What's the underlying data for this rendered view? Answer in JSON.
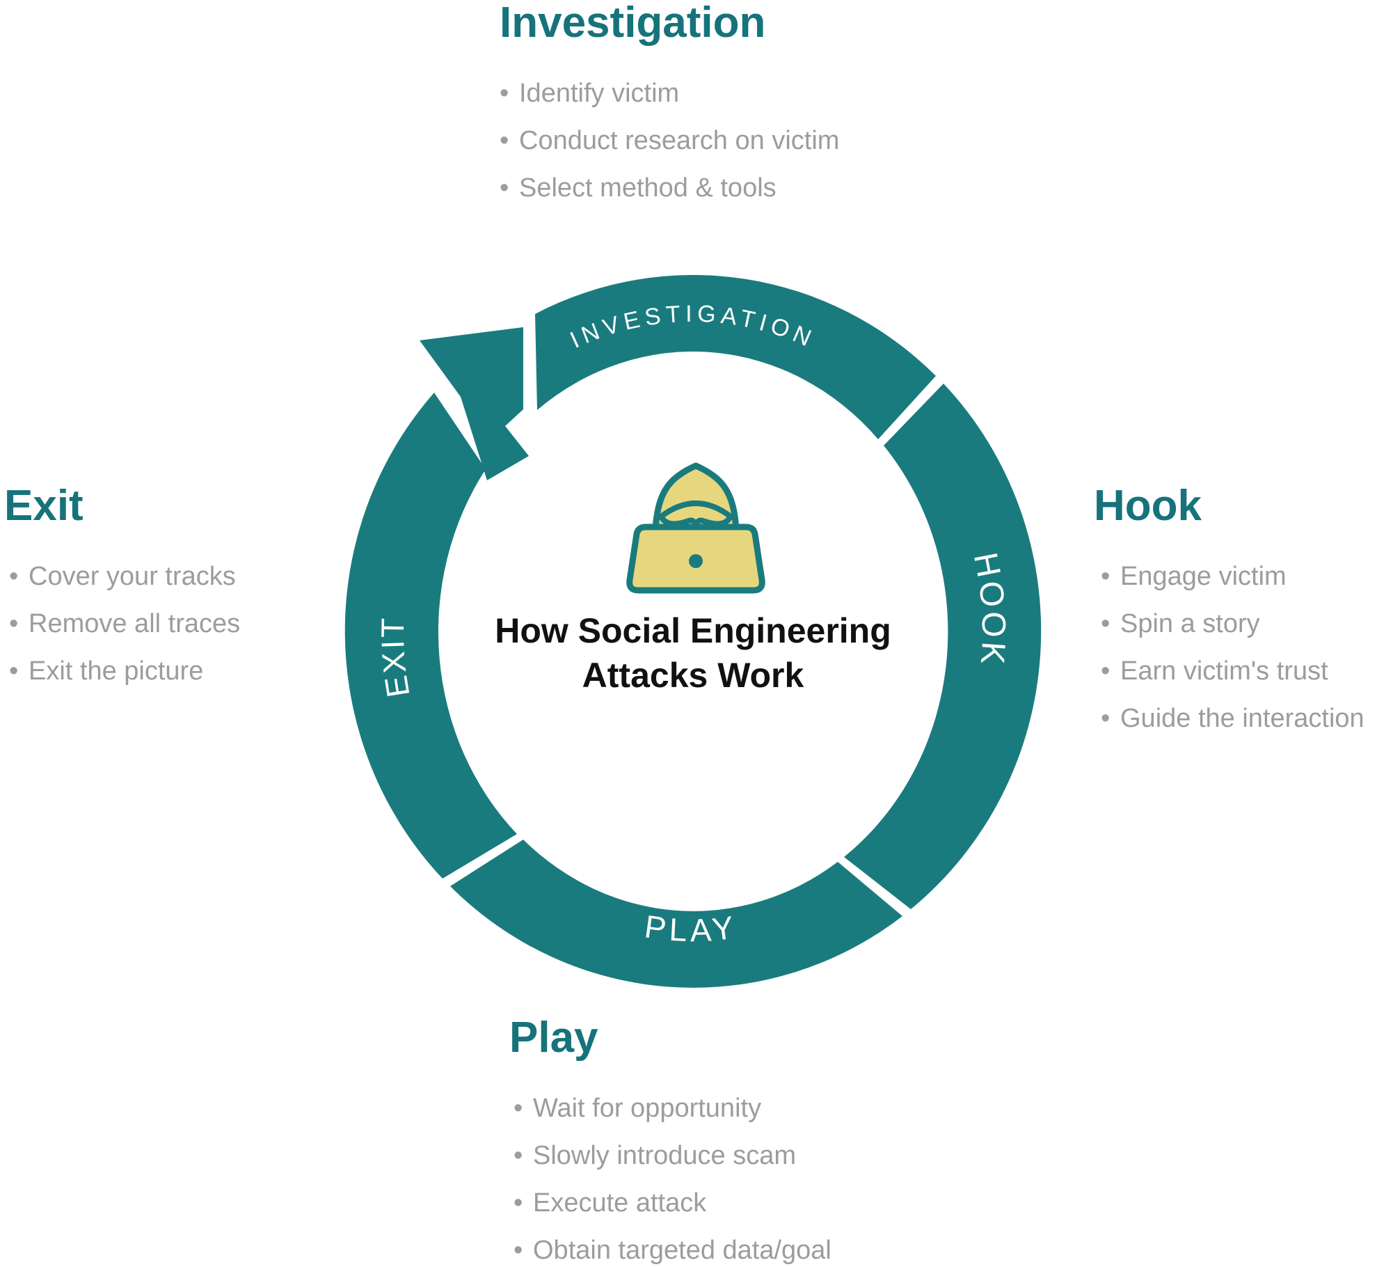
{
  "title": {
    "line1": "How Social Engineering",
    "line2": "Attacks Work"
  },
  "ring_labels": {
    "investigation": "INVESTIGATION",
    "hook": "HOOK",
    "play": "PLAY",
    "exit": "EXIT"
  },
  "sections": {
    "investigation": {
      "heading": "Investigation",
      "bullets": [
        "Identify victim",
        "Conduct research on victim",
        "Select method & tools"
      ]
    },
    "hook": {
      "heading": "Hook",
      "bullets": [
        "Engage victim",
        "Spin a story",
        "Earn victim's trust",
        "Guide the interaction"
      ]
    },
    "play": {
      "heading": "Play",
      "bullets": [
        "Wait for opportunity",
        "Slowly introduce scam",
        "Execute attack",
        "Obtain targeted data/goal"
      ]
    },
    "exit": {
      "heading": "Exit",
      "bullets": [
        "Cover your tracks",
        "Remove all traces",
        "Exit the picture"
      ]
    }
  },
  "icon": "hooded-hacker-at-laptop-icon",
  "colors": {
    "ring_teal": "#1A7B7E",
    "heading_teal": "#16737B",
    "bullet_gray": "#9C9C9C",
    "icon_yellow": "#E6D77E",
    "title_black": "#111111",
    "ring_text_white": "#FFFFFF",
    "background": "#FFFFFF"
  }
}
